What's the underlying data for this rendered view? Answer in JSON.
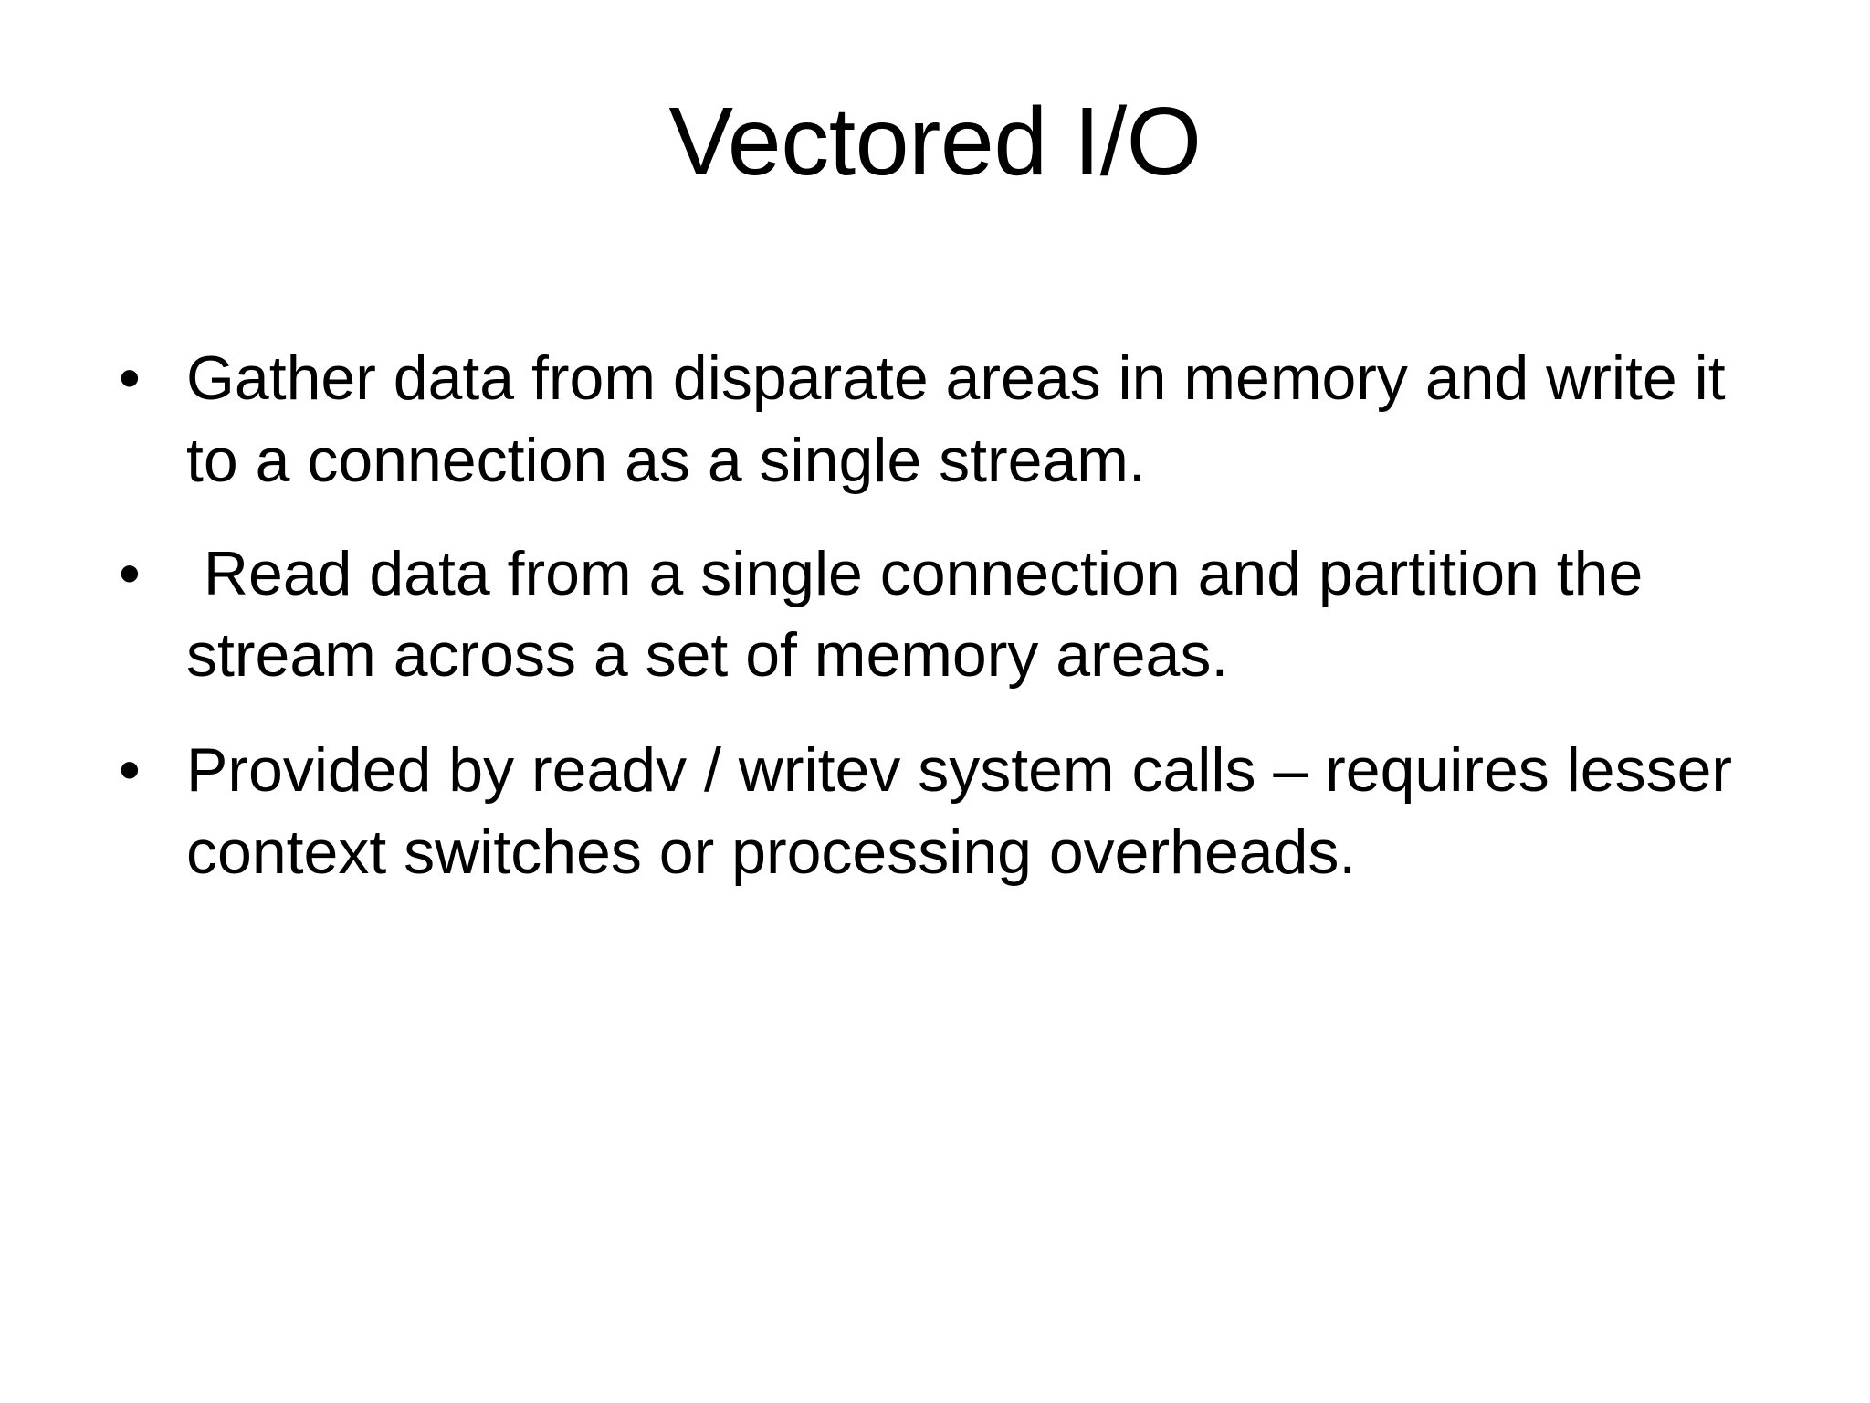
{
  "slide": {
    "title": "Vectored I/O",
    "background_color": "#ffffff",
    "text_color": "#000000",
    "bullet_glyph": "•",
    "bullets": [
      {
        "marker": "•",
        "text": "Gather data from disparate areas in memory and write it to a connection as a single stream."
      },
      {
        "marker": "•",
        "text": " Read data from a single connection and partition the stream across a set of memory areas."
      },
      {
        "marker": "•",
        "text": "Provided by readv / writev system calls – requires lesser context switches or processing overheads."
      }
    ]
  }
}
